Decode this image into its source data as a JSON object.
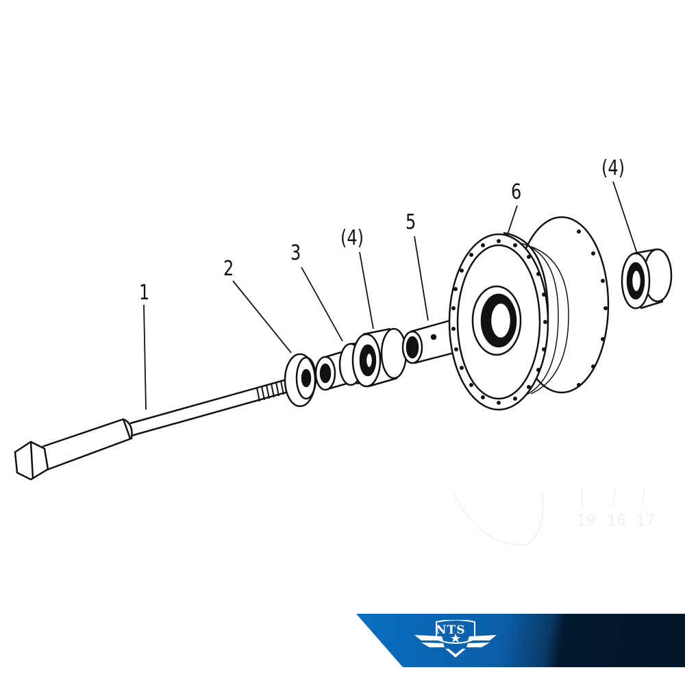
{
  "diagram": {
    "part_labels": [
      "1",
      "2",
      "3",
      "(4)",
      "5",
      "6",
      "(4)"
    ],
    "ghost_numbers": [
      "19",
      "16",
      "17"
    ]
  },
  "branding": {
    "logo_text": "NTS",
    "banner_colors": [
      "#0a6fc2",
      "#001528"
    ]
  }
}
